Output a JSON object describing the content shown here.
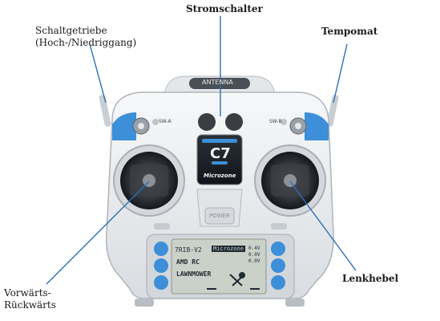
{
  "callouts": {
    "schaltgetriebe_line1": "Schaltgetriebe",
    "schaltgetriebe_line2": "(Hoch-/Niedriggang)",
    "stromschalter": "Stromschalter",
    "tempomat": "Tempomat",
    "vorwaerts_line1": "Vorwärts-",
    "vorwaerts_line2": "Rückwärts",
    "lenkhebel": "Lenkhebel"
  },
  "device": {
    "antenna_label": "ANTENNA",
    "model_big": "C7",
    "brand": "Microzone",
    "power_label": "POWER",
    "sw_left": "SW-A",
    "sw_right": "SW-B",
    "lcd": {
      "model_code": "7RIB-V2",
      "brand": "Microzone",
      "batt1": "0.4V",
      "batt2": "0.0V",
      "batt3": "0.0V",
      "line_amd": "AMD RC",
      "line_lawn": "LAWNMOWER"
    }
  },
  "colors": {
    "callout_line": "#2a6fb5",
    "accent_blue": "#3c8fd8",
    "body": "#eef0f2"
  }
}
